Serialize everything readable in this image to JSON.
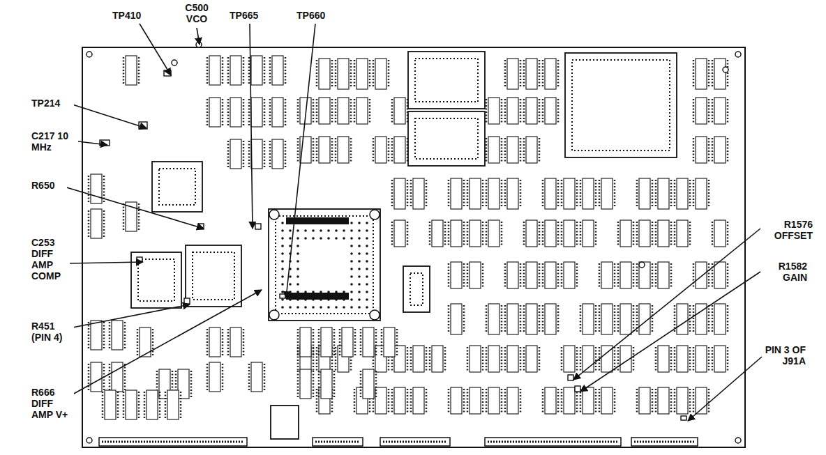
{
  "diagram": {
    "labels": [
      "TP410",
      "C500 VCO",
      "TP665",
      "TP660",
      "TP214",
      "C217 10 MHz",
      "R650",
      "C253 DIFF AMP COMP",
      "R451 (PIN 4)",
      "R666 DIFF AMP V+",
      "R1576 OFFSET",
      "R1582 GAIN",
      "PIN 3 OF J91A"
    ]
  }
}
